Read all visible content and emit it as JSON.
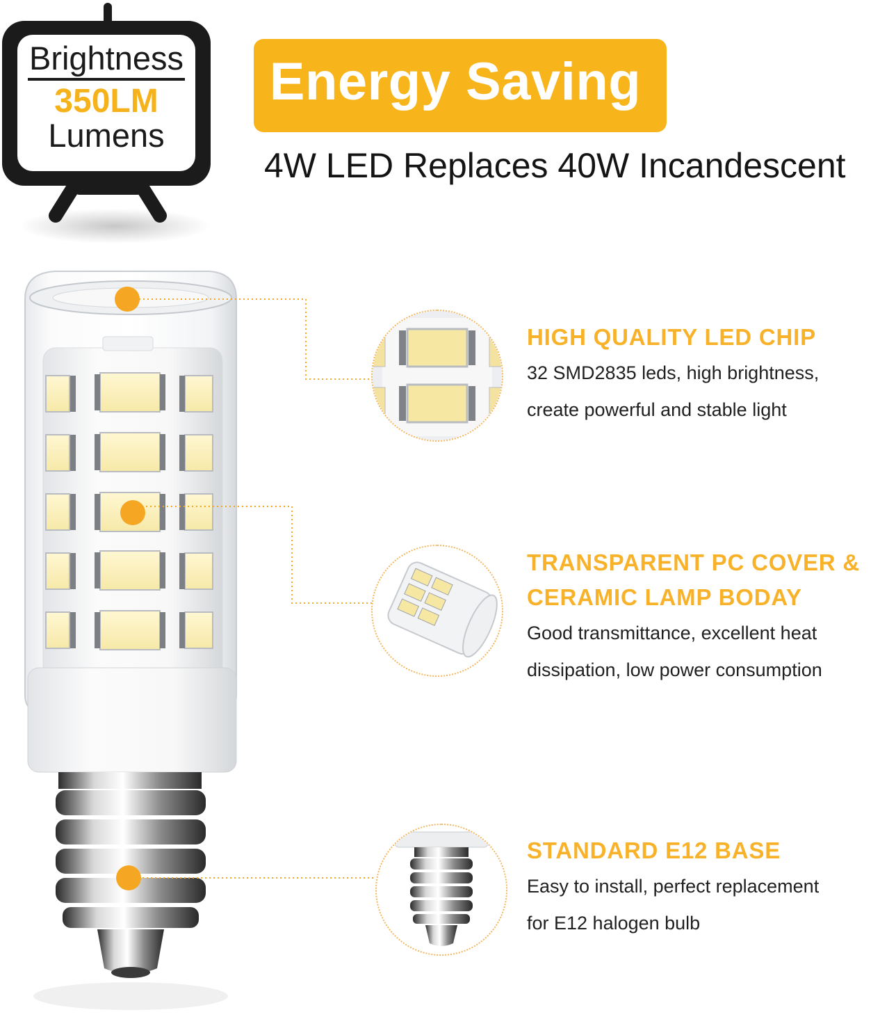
{
  "sign": {
    "label": "Brightness",
    "value": "350LM",
    "unit": "Lumens"
  },
  "banner": {
    "title": "Energy Saving",
    "subtitle": "4W LED Replaces 40W Incandescent"
  },
  "features": [
    {
      "title": "HIGH QUALITY LED CHIP",
      "lines": [
        "32 SMD2835 leds, high brightness,",
        "create powerful and stable light"
      ],
      "icon": "led-chip-closeup-icon"
    },
    {
      "title_lines": [
        "TRANSPARENT PC COVER &",
        "CERAMIC LAMP BODAY"
      ],
      "lines": [
        "Good transmittance, excellent heat",
        "dissipation, low power consumption"
      ],
      "icon": "bulb-tip-closeup-icon"
    },
    {
      "title": "STANDARD E12 BASE",
      "lines": [
        "Easy to install, perfect replacement",
        "for E12 halogen bulb"
      ],
      "icon": "e12-base-closeup-icon"
    }
  ],
  "colors": {
    "accent": "#f7b51b",
    "callout": "#f5a623",
    "text": "#1a1a1a"
  }
}
